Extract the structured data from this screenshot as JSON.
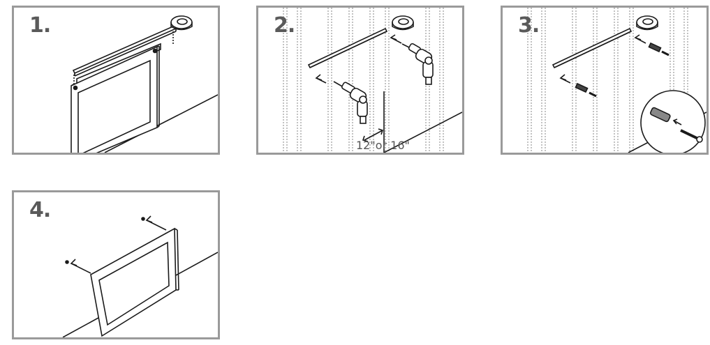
{
  "steps": [
    {
      "label": "1."
    },
    {
      "label": "2."
    },
    {
      "label": "3."
    },
    {
      "label": "4."
    }
  ],
  "stud_spacing_label": "12\"or 16\"",
  "colors": {
    "border": "#9a9a9a",
    "line": "#1a1a1a",
    "stud": "#9a9a9a"
  }
}
